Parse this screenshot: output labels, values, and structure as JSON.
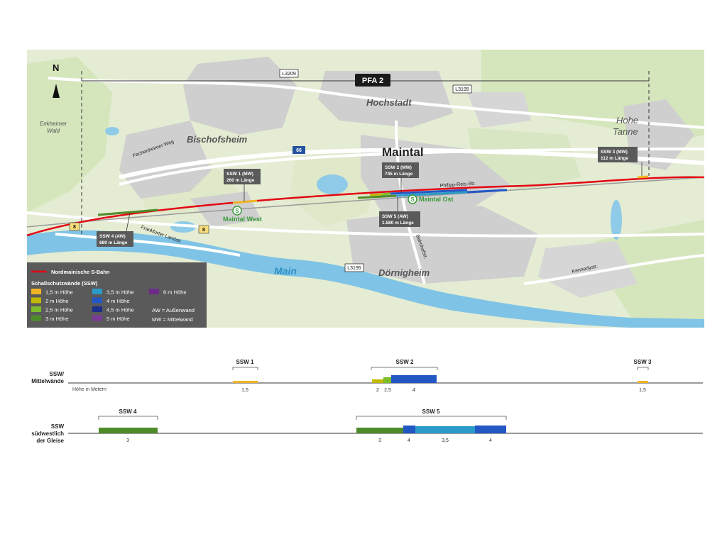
{
  "map": {
    "north": "N",
    "pfa": "PFA 2",
    "roads": {
      "l3209": "L3209",
      "l3195_top": "L3195",
      "l3195_bottom": "L3195",
      "a66": "66",
      "b8_left": "8",
      "b8_right": "8"
    },
    "places": {
      "enkheimer_1": "Enkheimer",
      "enkheimer_2": "Wald",
      "bischofsheim": "Bischofsheim",
      "hochstadt": "Hochstadt",
      "maintal": "Maintal",
      "hohe": "Hohe",
      "tanne": "Tanne",
      "doernigheim": "Dörnigheim",
      "main": "Main"
    },
    "streets": {
      "fechenheimer": "Fechenheimer Weg",
      "frankfurter": "Frankfurter Landstr.",
      "philipp": "Philipp-Reis-Str.",
      "bahnhof": "Bahnhofstr.",
      "kennedy": "Kennedystr."
    },
    "stations": {
      "west": "Maintal West",
      "ost": "Maintal Ost",
      "s_symbol": "S"
    },
    "callouts": {
      "ssw1_a": "SSW 1 (MW)",
      "ssw1_b": "260 m Länge",
      "ssw2_a": "SSW 2 (MW)",
      "ssw2_b": "745 m Länge",
      "ssw3_a": "SSW 3 (MW)",
      "ssw3_b": "112 m Länge",
      "ssw4_a": "SSW 4 (AW)",
      "ssw4_b": "680 m Länge",
      "ssw5_a": "SSW 5 (AW)",
      "ssw5_b": "1.580 m Länge"
    }
  },
  "legend": {
    "sbahn": "Nordmainische S-Bahn",
    "title": "Schallschutzwände (SSW)",
    "items": [
      {
        "label": "1,5 m Höhe",
        "color": "#f0b323"
      },
      {
        "label": "2 m Höhe",
        "color": "#c3b800"
      },
      {
        "label": "2,5 m Höhe",
        "color": "#7dbb2a"
      },
      {
        "label": "3 m Höhe",
        "color": "#4e8c2a"
      },
      {
        "label": "3,5 m Höhe",
        "color": "#2a9bc8"
      },
      {
        "label": "4 m Höhe",
        "color": "#2357c4"
      },
      {
        "label": "4,5 m Höhe",
        "color": "#1b2e8c"
      },
      {
        "label": "5 m Höhe",
        "color": "#7a3a9a"
      },
      {
        "label": "6 m Höhe",
        "color": "#6b2b8a"
      }
    ],
    "aw": "AW = Außenwand",
    "mw": "MW = Mittelwand"
  },
  "profile": {
    "row1_label_1": "SSW/",
    "row1_label_2": "Mittelwände",
    "row1_sub": "Höhe in Metern",
    "row2_label_1": "SSW",
    "row2_label_2": "südwestlich",
    "row2_label_3": "der Gleise",
    "ssw1": "SSW 1",
    "ssw2": "SSW 2",
    "ssw3": "SSW 3",
    "ssw4": "SSW 4",
    "ssw5": "SSW 5",
    "h_ssw1": "1,5",
    "h_ssw2_a": "2",
    "h_ssw2_b": "2,5",
    "h_ssw2_c": "4",
    "h_ssw3": "1,5",
    "h_ssw4": "3",
    "h_ssw5_a": "3",
    "h_ssw5_b": "4",
    "h_ssw5_c": "3,5",
    "h_ssw5_d": "4"
  },
  "colors": {
    "sbahn": "#e30613",
    "water": "#7fc4e6",
    "callout": "#5a5a5a",
    "legend_bg": "#5a5a5a"
  }
}
